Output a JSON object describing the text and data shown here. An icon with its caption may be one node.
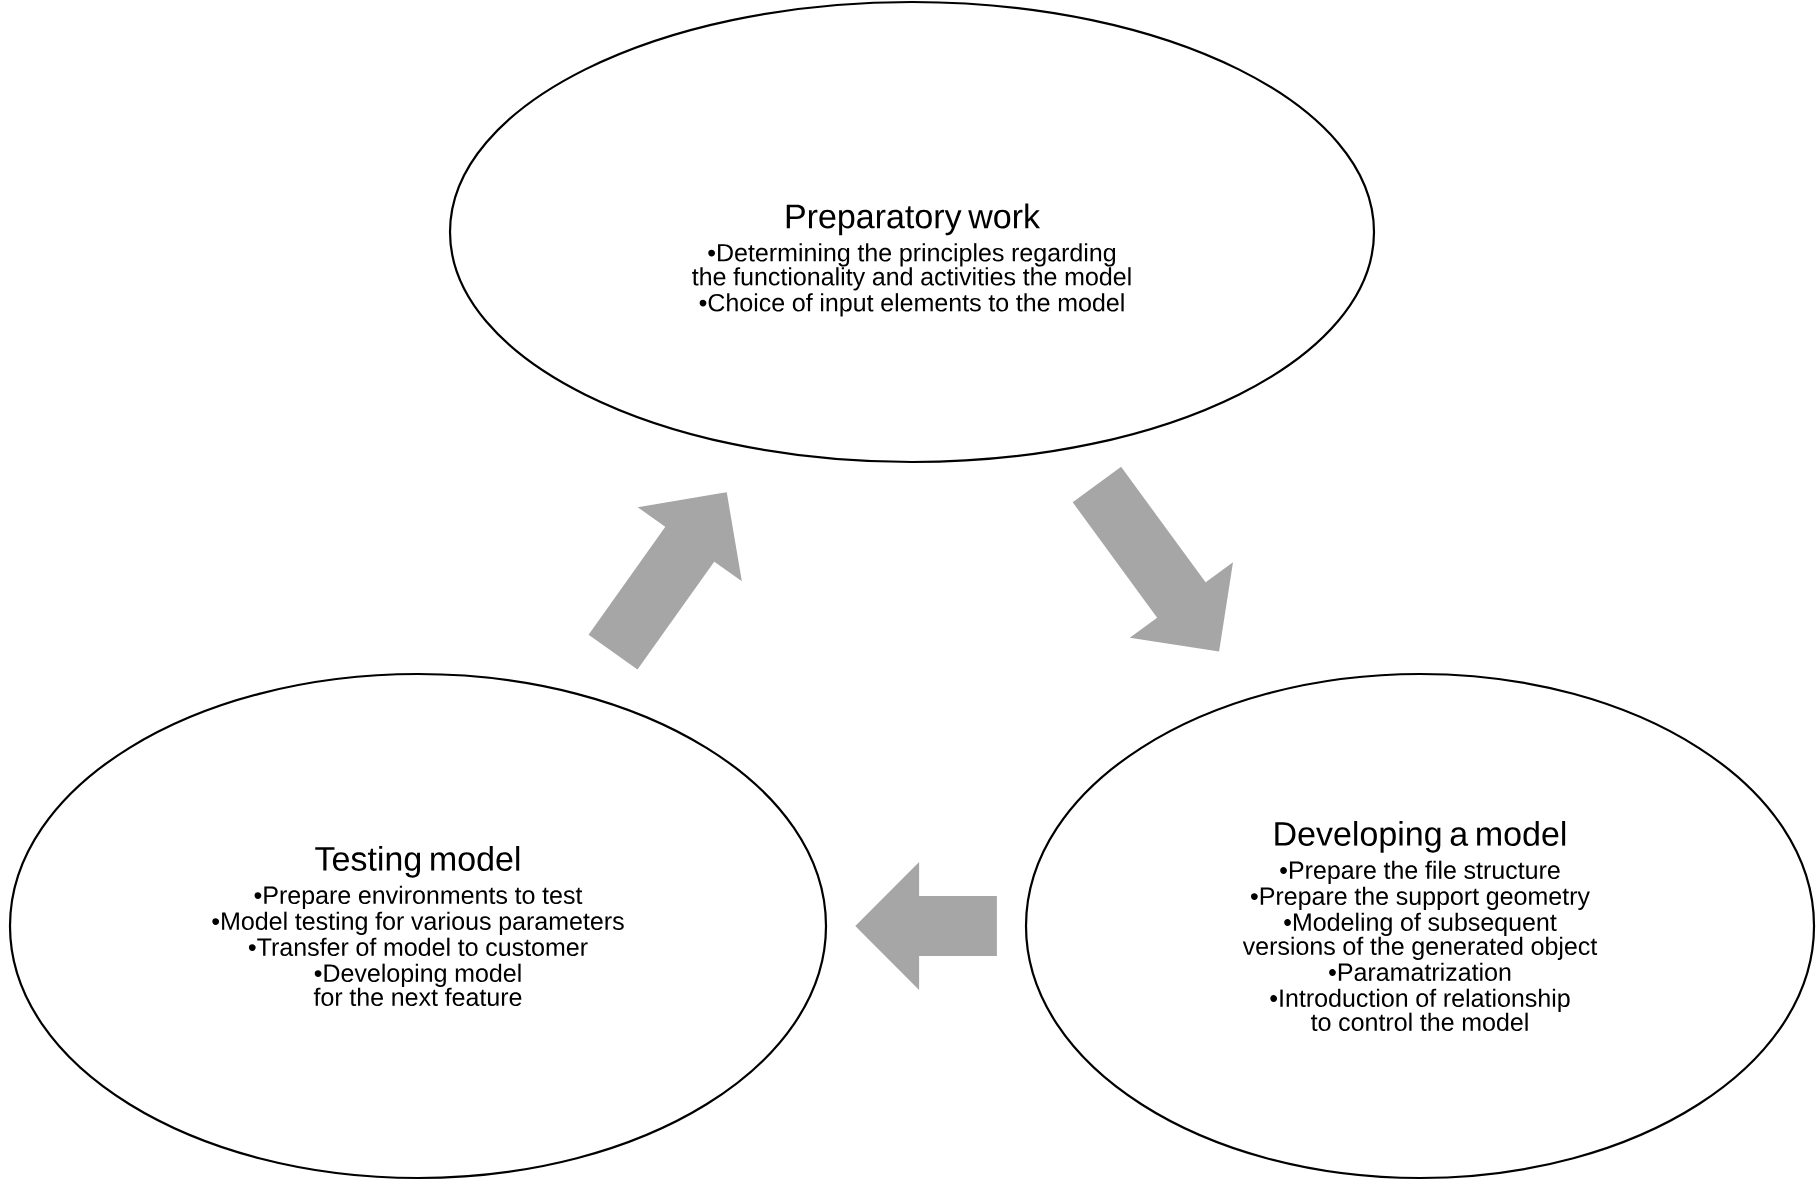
{
  "diagram": {
    "nodes": [
      {
        "text": [
          "Preparatory work",
          "•Determining the principles regarding the functionality and activities the model",
          "•Choice of input elements to the model"
        ]
      },
      {
        "text": [
          "Developing a model",
          "•Prepare the file structure",
          "•Prepare the support geometry",
          "•Modeling of subsequent versions of the generated object",
          "•Paramatrization",
          "•Introduction of relationship to control the model"
        ]
      },
      {
        "text": [
          "Testing model",
          "•Prepare environments to test",
          "•Model testing for various parameters",
          "•Transfer of model to customer",
          "•Developing model for the next feature"
        ]
      }
    ],
    "edges": [
      {
        "from": 0,
        "to": 1,
        "arrow": "to"
      },
      {
        "from": 1,
        "to": 2,
        "arrow": "to"
      },
      {
        "from": 2,
        "to": 0,
        "arrow": "to"
      }
    ]
  }
}
